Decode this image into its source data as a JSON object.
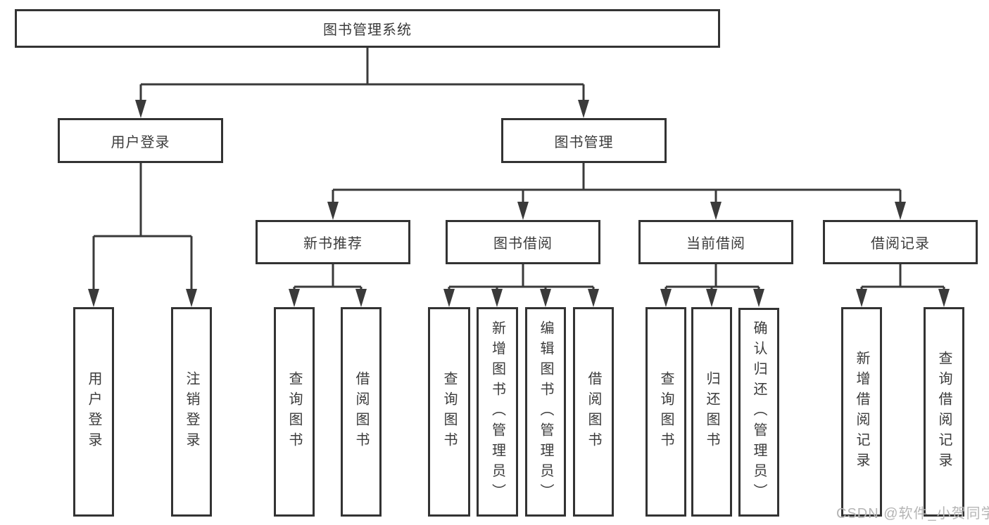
{
  "diagram": {
    "root": {
      "label": "图书管理系统"
    },
    "branches": [
      {
        "label": "用户登录"
      },
      {
        "label": "图书管理"
      }
    ],
    "modules": [
      {
        "label": "新书推荐"
      },
      {
        "label": "图书借阅"
      },
      {
        "label": "当前借阅"
      },
      {
        "label": "借阅记录"
      }
    ],
    "groups": [
      {
        "parent": "用户登录",
        "children": [
          "用户登录",
          "注销登录"
        ]
      },
      {
        "parent": "新书推荐",
        "children": [
          "查询图书",
          "借阅图书"
        ]
      },
      {
        "parent": "图书借阅",
        "children": [
          "查询图书",
          "新增图书（管理员）",
          "编辑图书（管理员）",
          "借阅图书"
        ]
      },
      {
        "parent": "当前借阅",
        "children": [
          "查询图书",
          "归还图书",
          "确认归还（管理员）"
        ]
      },
      {
        "parent": "借阅记录",
        "children": [
          "新增借阅记录",
          "查询借阅记录"
        ]
      }
    ]
  },
  "watermark": {
    "text": "CSDN @软件_小贺同学"
  },
  "colors": {
    "line": "#3a3a3a",
    "border": "#333333",
    "text": "#3b3b3b",
    "watermark": "#b5b5b5",
    "background": "#ffffff"
  }
}
